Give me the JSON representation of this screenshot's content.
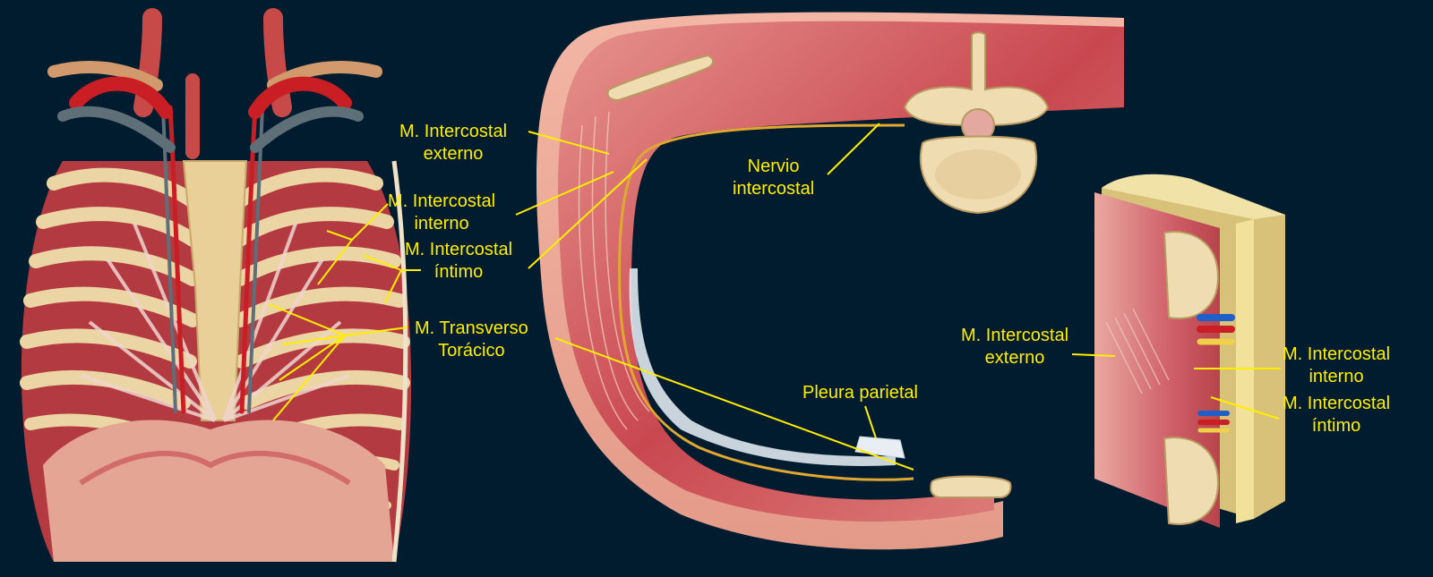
{
  "colors": {
    "background": "#011c2e",
    "label_text": "#ffee00",
    "leader_line": "#ffee00",
    "muscle": "#c9424a",
    "muscle_light": "#e48a86",
    "bone": "#efdcb0",
    "artery": "#c81e24",
    "vein": "#5f6f78",
    "nerve": "#e0a832",
    "pleura": "#dfe8ef"
  },
  "labels": {
    "left_intercostal_externo": {
      "line1": "M. Intercostal",
      "line2": "externo"
    },
    "left_intercostal_interno": {
      "line1": "M. Intercostal",
      "line2": "interno"
    },
    "left_intercostal_intimo": {
      "line1": "M. Intercostal",
      "line2": "íntimo"
    },
    "transverso_toracico": {
      "line1": "M. Transverso",
      "line2": "Torácico"
    },
    "nervio_intercostal": {
      "line1": "Nervio",
      "line2": "intercostal"
    },
    "pleura_parietal": {
      "line1": "Pleura parietal"
    },
    "right_intercostal_externo": {
      "line1": "M. Intercostal",
      "line2": "externo"
    },
    "right_intercostal_interno": {
      "line1": "M. Intercostal",
      "line2": "interno"
    },
    "right_intercostal_intimo": {
      "line1": "M. Intercostal",
      "line2": "íntimo"
    }
  }
}
